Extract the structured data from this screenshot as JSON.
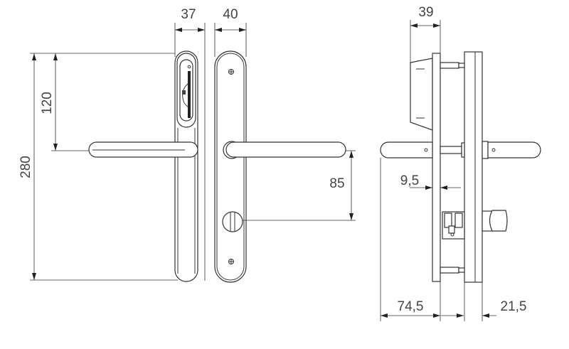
{
  "dimensions": {
    "height_total": "280",
    "handle_height": "120",
    "inner_plate_width": "37",
    "outer_plate_width": "40",
    "handle_to_turn": "85",
    "module_depth": "39",
    "plate_offset": "9,5",
    "handle_projection": "74,5",
    "outer_plate_thickness": "21,5"
  },
  "colors": {
    "line": "#333333",
    "text": "#444444"
  }
}
